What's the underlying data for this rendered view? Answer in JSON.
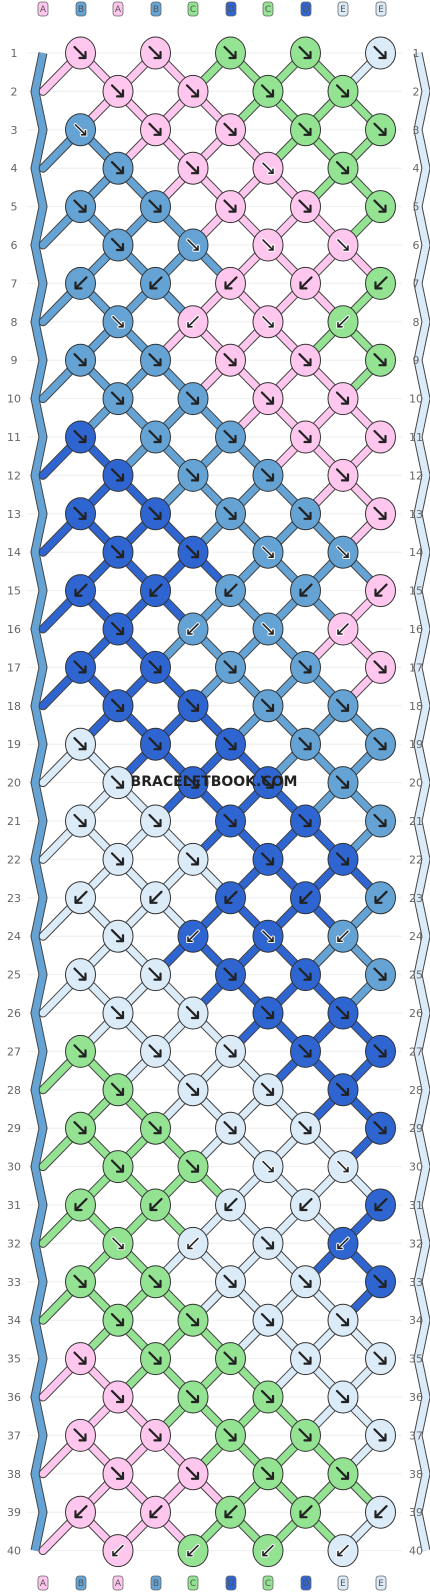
{
  "watermark": "BRACELETBOOK.COM",
  "colors": {
    "A": "#ffc6ee",
    "B": "#64a3d4",
    "C": "#93e392",
    "D": "#2e65d1",
    "E": "#dcebf8"
  },
  "strands": [
    "A",
    "B",
    "A",
    "B",
    "C",
    "D",
    "C",
    "D",
    "E",
    "E"
  ],
  "row_numbers": [
    "1",
    "2",
    "3",
    "4",
    "5",
    "6",
    "7",
    "8",
    "9",
    "10",
    "11",
    "12",
    "13",
    "14",
    "15",
    "16",
    "17",
    "18",
    "19",
    "20",
    "21",
    "22",
    "23",
    "24",
    "25",
    "26",
    "27",
    "28",
    "29",
    "30",
    "31",
    "32",
    "33",
    "34",
    "35",
    "36",
    "37",
    "38",
    "39",
    "40"
  ],
  "knot_colors": [
    [
      "A",
      "A",
      "C",
      "C",
      "E"
    ],
    [
      "A",
      "A",
      "C",
      "C"
    ],
    [
      "B",
      "A",
      "A",
      "C",
      "C"
    ],
    [
      "B",
      "A",
      "A",
      "C"
    ],
    [
      "B",
      "B",
      "A",
      "A",
      "C"
    ],
    [
      "B",
      "B",
      "A",
      "A"
    ],
    [
      "B",
      "B",
      "A",
      "A",
      "C"
    ],
    [
      "B",
      "A",
      "A",
      "C"
    ],
    [
      "B",
      "B",
      "A",
      "A",
      "C"
    ],
    [
      "B",
      "B",
      "A",
      "A"
    ],
    [
      "D",
      "B",
      "B",
      "A",
      "A"
    ],
    [
      "D",
      "B",
      "B",
      "A"
    ],
    [
      "D",
      "D",
      "B",
      "B",
      "A"
    ],
    [
      "D",
      "D",
      "B",
      "B"
    ],
    [
      "D",
      "D",
      "B",
      "B",
      "A"
    ],
    [
      "D",
      "B",
      "B",
      "A"
    ],
    [
      "D",
      "D",
      "B",
      "B",
      "A"
    ],
    [
      "D",
      "D",
      "B",
      "B"
    ],
    [
      "E",
      "D",
      "D",
      "B",
      "B"
    ],
    [
      "E",
      "D",
      "D",
      "B"
    ],
    [
      "E",
      "E",
      "D",
      "D",
      "B"
    ],
    [
      "E",
      "E",
      "D",
      "D"
    ],
    [
      "E",
      "E",
      "D",
      "D",
      "B"
    ],
    [
      "E",
      "D",
      "D",
      "B"
    ],
    [
      "E",
      "E",
      "D",
      "D",
      "B"
    ],
    [
      "E",
      "E",
      "D",
      "D"
    ],
    [
      "C",
      "E",
      "E",
      "D",
      "D"
    ],
    [
      "C",
      "E",
      "E",
      "D"
    ],
    [
      "C",
      "C",
      "E",
      "E",
      "D"
    ],
    [
      "C",
      "C",
      "E",
      "E"
    ],
    [
      "C",
      "C",
      "E",
      "E",
      "D"
    ],
    [
      "C",
      "E",
      "E",
      "D"
    ],
    [
      "C",
      "C",
      "E",
      "E",
      "D"
    ],
    [
      "C",
      "C",
      "E",
      "E"
    ],
    [
      "A",
      "C",
      "C",
      "E",
      "E"
    ],
    [
      "A",
      "C",
      "C",
      "E"
    ],
    [
      "A",
      "A",
      "C",
      "C",
      "E"
    ],
    [
      "A",
      "A",
      "C",
      "C"
    ],
    [
      "A",
      "A",
      "C",
      "C",
      "E"
    ],
    [
      "A",
      "C",
      "C",
      "E"
    ]
  ],
  "knot_types": [
    [
      "br",
      "br",
      "br",
      "br",
      "br"
    ],
    [
      "br",
      "br",
      "br",
      "br"
    ],
    [
      "fr",
      "br",
      "br",
      "br",
      "br"
    ],
    [
      "br",
      "br",
      "fr",
      "br"
    ],
    [
      "br",
      "br",
      "br",
      "br",
      "br"
    ],
    [
      "br",
      "fr",
      "fr",
      "fr"
    ],
    [
      "bl",
      "bl",
      "bl",
      "bl",
      "bl"
    ],
    [
      "fr",
      "fl",
      "fr",
      "fl"
    ],
    [
      "br",
      "br",
      "br",
      "br",
      "br"
    ],
    [
      "br",
      "br",
      "br",
      "br"
    ],
    [
      "br",
      "br",
      "br",
      "br",
      "br"
    ],
    [
      "br",
      "br",
      "br",
      "br"
    ],
    [
      "br",
      "br",
      "br",
      "br",
      "br"
    ],
    [
      "br",
      "br",
      "fr",
      "fr"
    ],
    [
      "bl",
      "bl",
      "bl",
      "bl",
      "bl"
    ],
    [
      "br",
      "fl",
      "fr",
      "fl"
    ],
    [
      "br",
      "br",
      "br",
      "br",
      "br"
    ],
    [
      "br",
      "br",
      "br",
      "br"
    ],
    [
      "br",
      "br",
      "br",
      "br",
      "br"
    ],
    [
      "br",
      "br",
      "br",
      "br"
    ],
    [
      "br",
      "br",
      "br",
      "br",
      "br"
    ],
    [
      "br",
      "br",
      "br",
      "br"
    ],
    [
      "bl",
      "bl",
      "bl",
      "bl",
      "bl"
    ],
    [
      "br",
      "fl",
      "fr",
      "fl"
    ],
    [
      "br",
      "br",
      "br",
      "br",
      "br"
    ],
    [
      "br",
      "br",
      "br",
      "br"
    ],
    [
      "br",
      "br",
      "br",
      "br",
      "br"
    ],
    [
      "br",
      "br",
      "br",
      "br"
    ],
    [
      "br",
      "br",
      "br",
      "br",
      "br"
    ],
    [
      "br",
      "br",
      "fr",
      "fr"
    ],
    [
      "bl",
      "bl",
      "bl",
      "bl",
      "bl"
    ],
    [
      "fr",
      "fl",
      "br",
      "fl"
    ],
    [
      "br",
      "br",
      "br",
      "br",
      "br"
    ],
    [
      "br",
      "br",
      "br",
      "br"
    ],
    [
      "br",
      "br",
      "br",
      "br",
      "br"
    ],
    [
      "br",
      "br",
      "br",
      "br"
    ],
    [
      "br",
      "br",
      "br",
      "br",
      "br"
    ],
    [
      "br",
      "br",
      "br",
      "br"
    ],
    [
      "bl",
      "bl",
      "bl",
      "bl",
      "bl"
    ],
    [
      "fl",
      "fl",
      "fl",
      "fl"
    ]
  ]
}
